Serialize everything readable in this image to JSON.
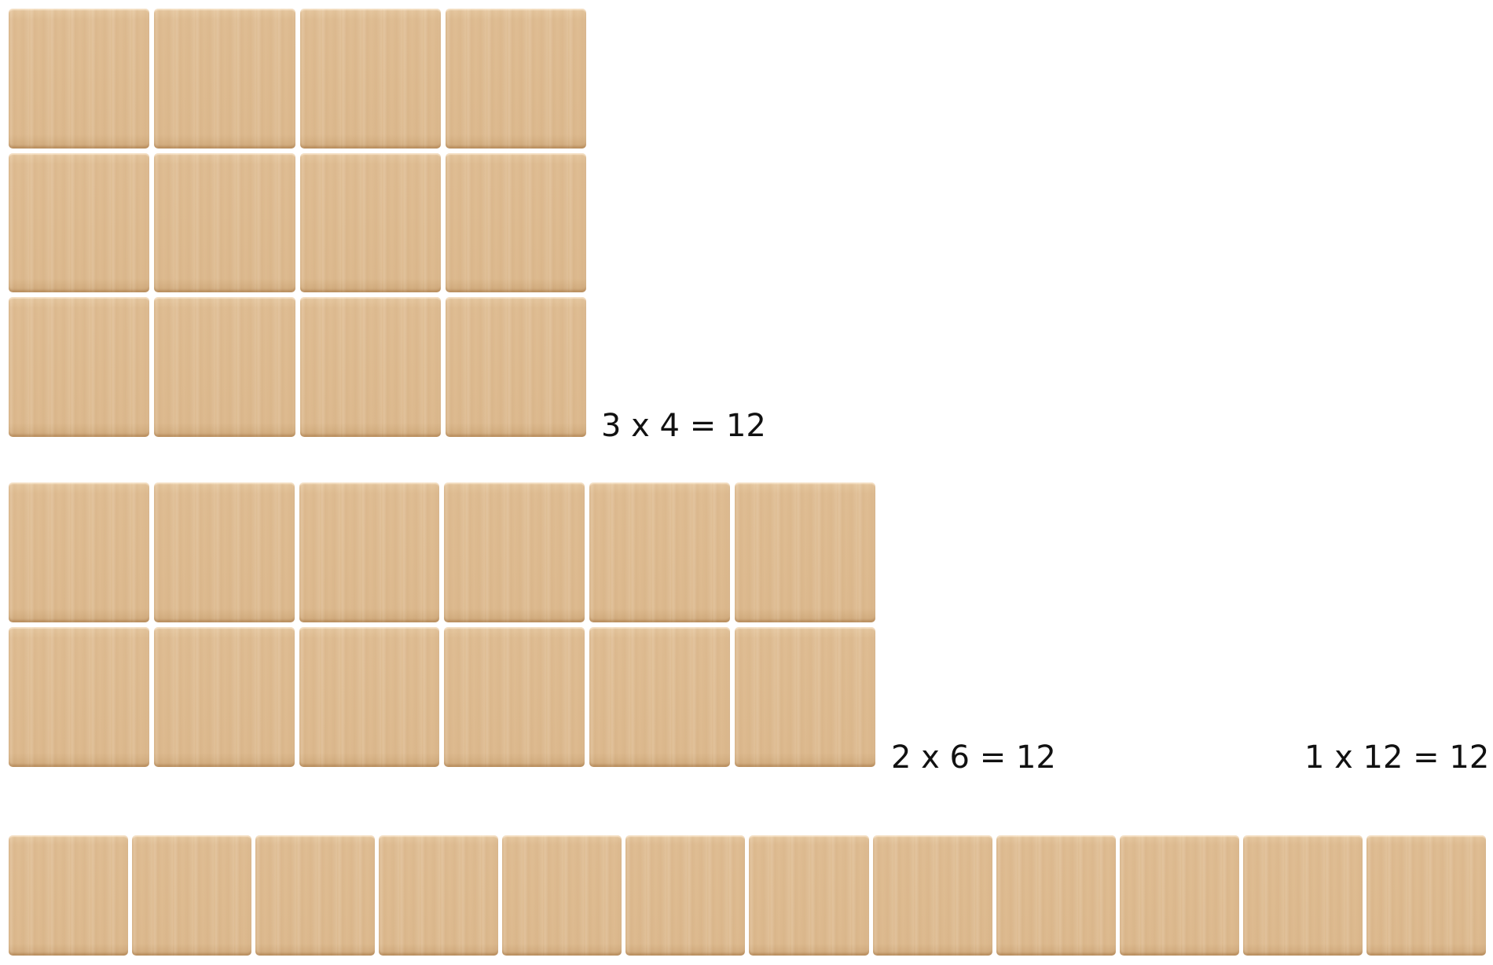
{
  "arrays": [
    {
      "id": "3x4",
      "rows": 3,
      "cols": 4,
      "equation": "3 x 4 = 12"
    },
    {
      "id": "2x6",
      "rows": 2,
      "cols": 6,
      "equation": "2 x 6 = 12"
    },
    {
      "id": "1x12",
      "rows": 1,
      "cols": 12,
      "equation": "1 x 12 = 12"
    }
  ],
  "colors": {
    "tile": "#ddba8f",
    "tile_edge": "#cfa97b",
    "text": "#111111",
    "background": "#ffffff"
  }
}
